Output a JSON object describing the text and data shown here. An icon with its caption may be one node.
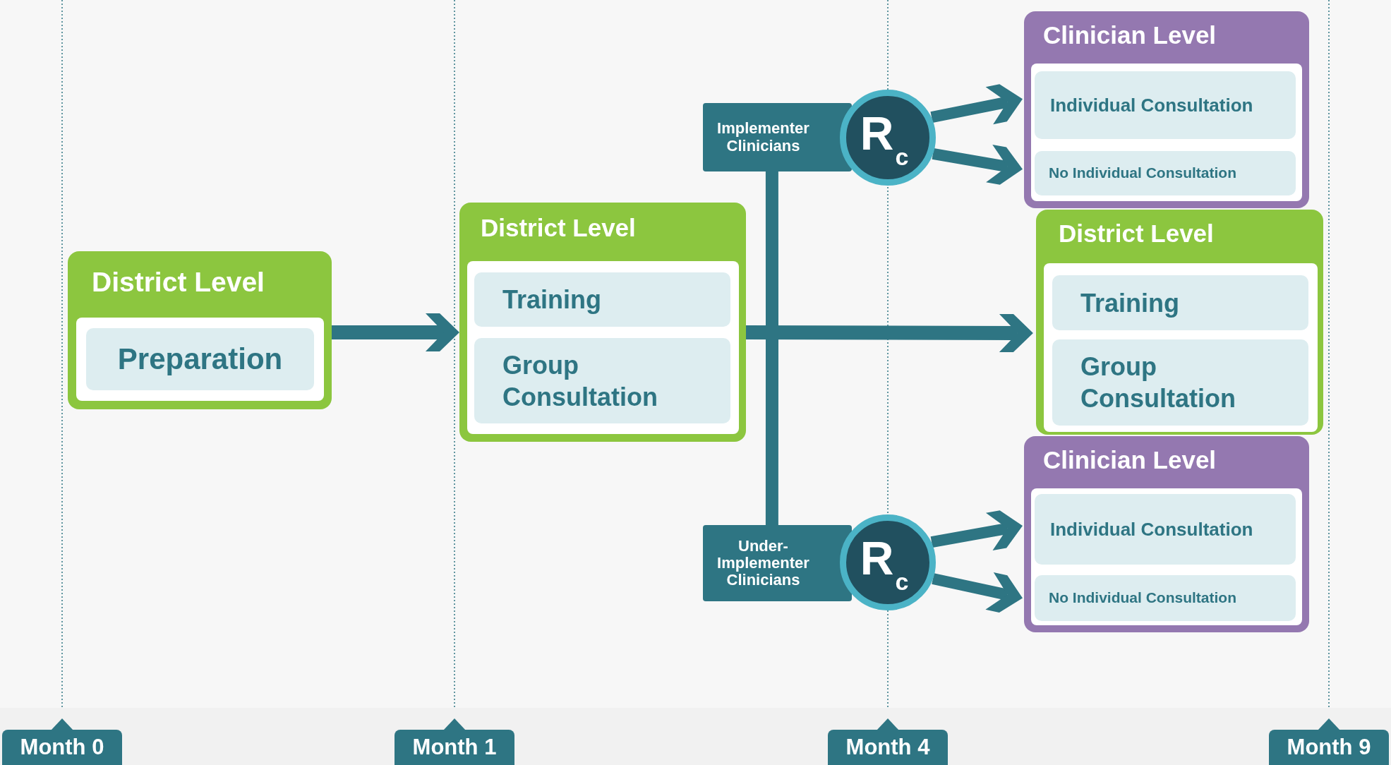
{
  "diagram": {
    "nodes": [
      {
        "text": [
          "District Level"
        ]
      },
      {
        "text": [
          "Preparation"
        ],
        "in": 0
      },
      {
        "text": [
          "District Level"
        ]
      },
      {
        "text": [
          "Training"
        ],
        "in": 2
      },
      {
        "text": [
          "Group Consultation"
        ],
        "in": 2
      },
      {
        "text": [
          "Implementer Clinicians"
        ]
      },
      {
        "text": [
          "R$_{c}$"
        ]
      },
      {
        "text": [
          "Clinician Level"
        ]
      },
      {
        "text": [
          "Individual Consultation"
        ],
        "in": 7
      },
      {
        "text": [
          "No Individual Consultation"
        ],
        "in": 7
      },
      {
        "text": [
          "District Level"
        ]
      },
      {
        "text": [
          "Training"
        ],
        "in": 10
      },
      {
        "text": [
          "Group Consultation"
        ],
        "in": 10
      },
      {
        "text": [
          "Under-Implementer Clinicians"
        ]
      },
      {
        "text": [
          "R$_{c}$"
        ]
      },
      {
        "text": [
          "Clinician Level"
        ]
      },
      {
        "text": [
          "Individual Consultation"
        ],
        "in": 15
      },
      {
        "text": [
          "No Individual Consultation"
        ],
        "in": 15
      },
      {
        "text": [
          "Month 0"
        ]
      },
      {
        "text": [
          "Month 1"
        ]
      },
      {
        "text": [
          "Month 4"
        ]
      },
      {
        "text": [
          "Month 9"
        ]
      }
    ],
    "edges": [
      {
        "from": 0,
        "to": 2,
        "arrow": "to"
      },
      {
        "from": 2,
        "to": 10,
        "arrow": "to"
      },
      {
        "from": 2,
        "to": 5,
        "arrow": "none"
      },
      {
        "from": 2,
        "to": 13,
        "arrow": "none"
      },
      {
        "from": 6,
        "to": 8,
        "arrow": "to"
      },
      {
        "from": 6,
        "to": 9,
        "arrow": "to"
      },
      {
        "from": 14,
        "to": 16,
        "arrow": "to"
      },
      {
        "from": 14,
        "to": 17,
        "arrow": "to"
      }
    ]
  }
}
